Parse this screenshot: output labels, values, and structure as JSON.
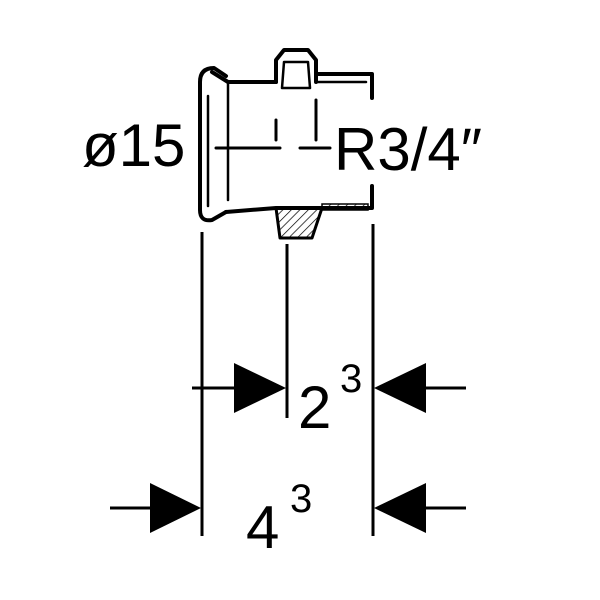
{
  "labels": {
    "diameter": "ø15",
    "thread": "R3/4″",
    "dim_inner_base": "2",
    "dim_inner_sup": "3",
    "dim_outer_base": "4",
    "dim_outer_sup": "3"
  },
  "colors": {
    "line": "#000000",
    "background": "#ffffff"
  }
}
